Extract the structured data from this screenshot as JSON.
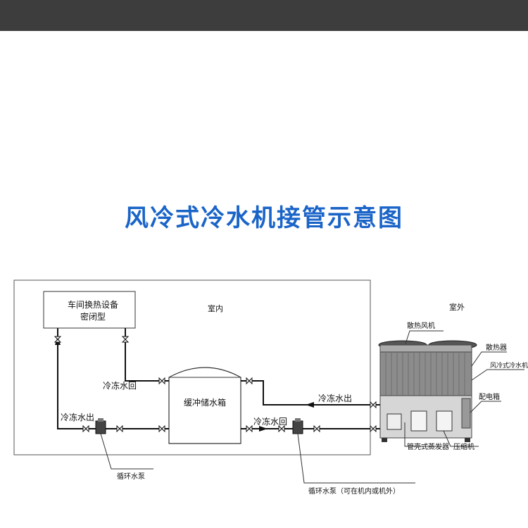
{
  "header": {
    "title": "风冷式冷水机接管示意图"
  },
  "labels": {
    "indoor": "室内",
    "outdoor": "室外",
    "equipment_line1": "车间换热设备",
    "equipment_line2": "密闭型",
    "buffer_tank": "缓冲储水箱",
    "chilled_return_top": "冷冻水回",
    "chilled_out_left": "冷冻水出",
    "chilled_out_right": "冷冻水出",
    "chilled_return_bottom": "冷冻水回",
    "circ_pump": "循环水泵",
    "circ_pump_note": "循环水泵（可在机内或机外）",
    "fan": "散热风机",
    "radiator": "散热器",
    "chiller_unit": "风冷式冷水机",
    "control_box": "配电箱",
    "evaporator": "管壳式蒸发器",
    "compressor": "压缩机"
  }
}
